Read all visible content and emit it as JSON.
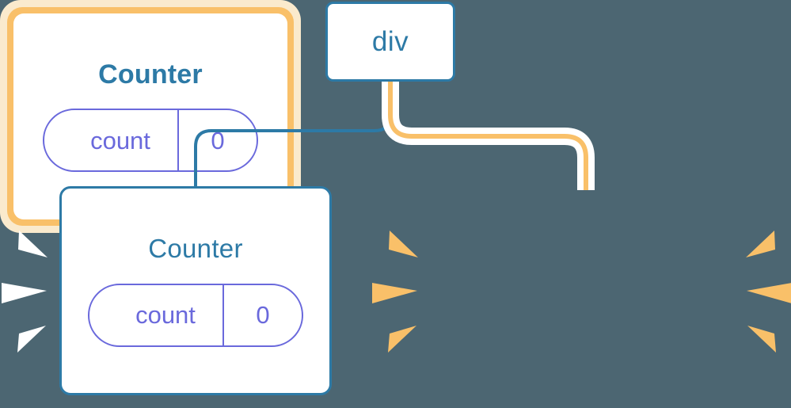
{
  "diagram": {
    "title": "component-tree-reactivity",
    "background_color": "#4c6672"
  },
  "nodes": [
    {
      "id": "div",
      "name": "div",
      "label": "div",
      "kind": "html-element",
      "highlighted": false,
      "border_color": "#2d7aa6",
      "text_color": "#2d7aa6"
    },
    {
      "id": "counter-left",
      "name": "Counter",
      "label": "Counter",
      "kind": "component",
      "highlighted": false,
      "border_color": "#2d7aa6",
      "text_color": "#2d7aa6",
      "state": {
        "key": "count",
        "value": "0"
      }
    },
    {
      "id": "counter-right",
      "name": "Counter",
      "label": "Counter",
      "kind": "component",
      "highlighted": true,
      "border_color": "#f9c069",
      "halo_color": "#faeacd",
      "text_color": "#2d7aa6",
      "state": {
        "key": "count",
        "value": "0"
      }
    }
  ],
  "edges": [
    {
      "id": "edge-div-to-counter-left",
      "from": "div",
      "to": "counter-left",
      "color": "#2d7aa6",
      "highlighted": false
    },
    {
      "id": "edge-div-to-counter-right",
      "from": "div",
      "to": "counter-right",
      "color": "#f9c069",
      "halo_color": "#ffffff",
      "highlighted": true
    }
  ],
  "sparks": [
    {
      "id": "sparks-left-white",
      "color": "#ffffff",
      "attached_to": "counter-left",
      "side": "left",
      "count": 3
    },
    {
      "id": "sparks-left-orange",
      "color": "#f9c069",
      "attached_to": "counter-right",
      "side": "left",
      "count": 3
    },
    {
      "id": "sparks-right-orange",
      "color": "#f9c069",
      "attached_to": "counter-right",
      "side": "right",
      "count": 3
    }
  ],
  "palette": {
    "background": "#4c6672",
    "blue": "#2d7aa6",
    "orange": "#f9c069",
    "orange_halo": "#faeacd",
    "purple": "#6a69dc",
    "white": "#ffffff"
  }
}
